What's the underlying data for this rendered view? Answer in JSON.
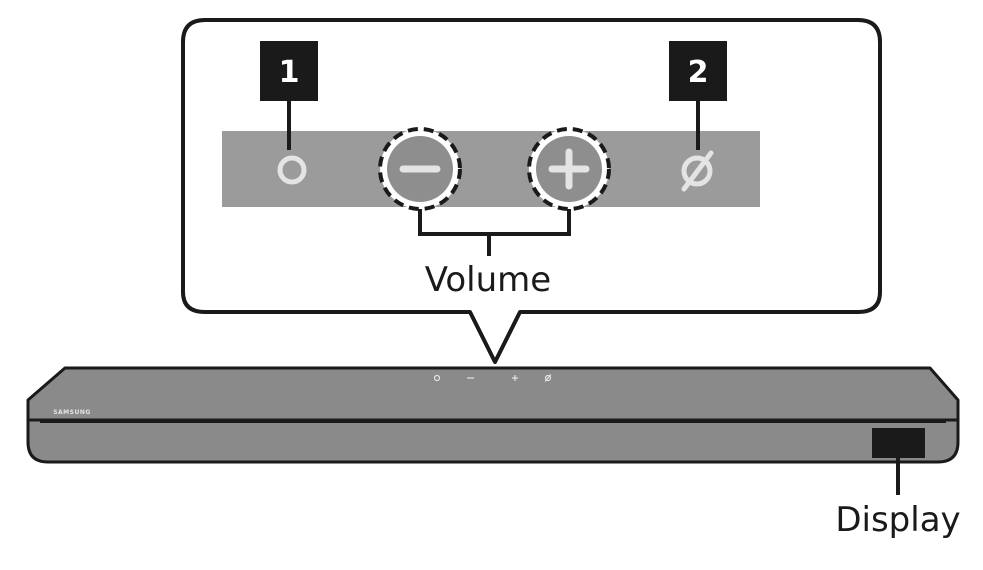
{
  "callouts": {
    "one": "1",
    "two": "2"
  },
  "labels": {
    "volume": "Volume",
    "display": "Display"
  },
  "soundbar": {
    "brand": "SAMSUNG"
  },
  "icons": {
    "power": "power-icon",
    "volume_down": "minus-icon",
    "volume_up": "plus-icon",
    "source": "source-icon"
  },
  "colors": {
    "panel_gray": "#9b9b9b",
    "bar_gray": "#8a8a8a",
    "icon_light": "#e4e4e4",
    "outline": "#1a1a1a",
    "callout_bg": "#1a1a1a",
    "callout_text": "#ffffff"
  }
}
